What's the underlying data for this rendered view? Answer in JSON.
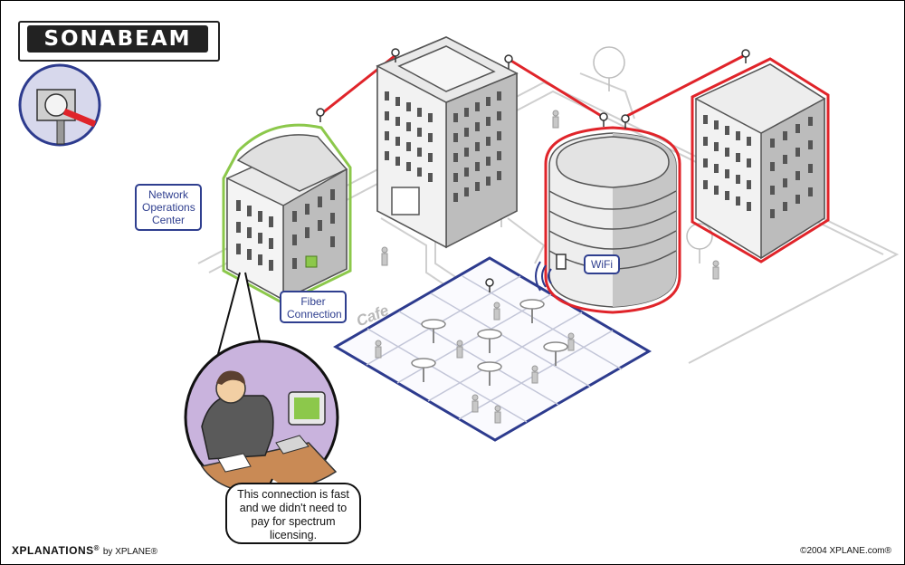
{
  "logo": {
    "text": "SONABEAM"
  },
  "labels": {
    "noc": [
      "Network",
      "Operations",
      "Center"
    ],
    "fiber": [
      "Fiber",
      "Connection"
    ],
    "wifi": "WiFi",
    "cafe": "Cafe"
  },
  "speech_bubble": {
    "lines": [
      "This connection is fast",
      "and we didn't need to",
      "pay for spectrum",
      "licensing."
    ]
  },
  "footer": {
    "brand": "XPLANATIONS",
    "registered": "®",
    "by": "by XPLANE®",
    "copyright": "©2004 XPLANE.com®"
  },
  "colors": {
    "link_red": "#e0242a",
    "noc_green": "#8cc84b",
    "label_blue": "#2f3f8f",
    "cafe_blue": "#2d3b8e",
    "building_gray": "#d9d9d9",
    "portrait_purple": "#c9b3dd"
  }
}
